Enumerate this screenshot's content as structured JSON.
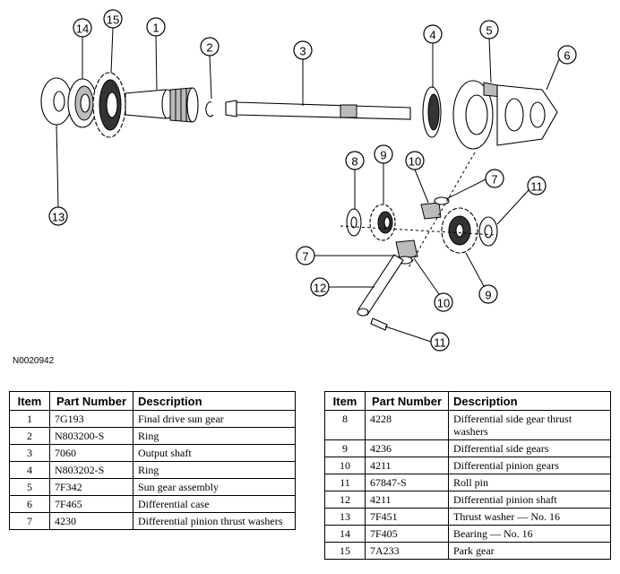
{
  "figure_id": "N0020942",
  "callouts": [
    "1",
    "2",
    "3",
    "4",
    "5",
    "6",
    "7",
    "8",
    "9",
    "10",
    "11",
    "12",
    "13",
    "14",
    "15"
  ],
  "table_headers": {
    "item": "Item",
    "part_number": "Part Number",
    "description": "Description"
  },
  "parts": [
    {
      "item": "1",
      "part_number": "7G193",
      "description": "Final drive sun gear"
    },
    {
      "item": "2",
      "part_number": "N803200-S",
      "description": "Ring"
    },
    {
      "item": "3",
      "part_number": "7060",
      "description": "Output shaft"
    },
    {
      "item": "4",
      "part_number": "N803202-S",
      "description": "Ring"
    },
    {
      "item": "5",
      "part_number": "7F342",
      "description": "Sun gear assembly"
    },
    {
      "item": "6",
      "part_number": "7F465",
      "description": "Differential case"
    },
    {
      "item": "7",
      "part_number": "4230",
      "description": "Differential pinion thrust washers"
    },
    {
      "item": "8",
      "part_number": "4228",
      "description": "Differential side gear thrust washers"
    },
    {
      "item": "9",
      "part_number": "4236",
      "description": "Differential side gears"
    },
    {
      "item": "10",
      "part_number": "4211",
      "description": "Differential pinion gears"
    },
    {
      "item": "11",
      "part_number": "67847-S",
      "description": "Roll pin"
    },
    {
      "item": "12",
      "part_number": "4211",
      "description": "Differential pinion shaft"
    },
    {
      "item": "13",
      "part_number": "7F451",
      "description": "Thrust washer — No. 16"
    },
    {
      "item": "14",
      "part_number": "7F405",
      "description": "Bearing — No. 16"
    },
    {
      "item": "15",
      "part_number": "7A233",
      "description": "Park gear"
    }
  ]
}
